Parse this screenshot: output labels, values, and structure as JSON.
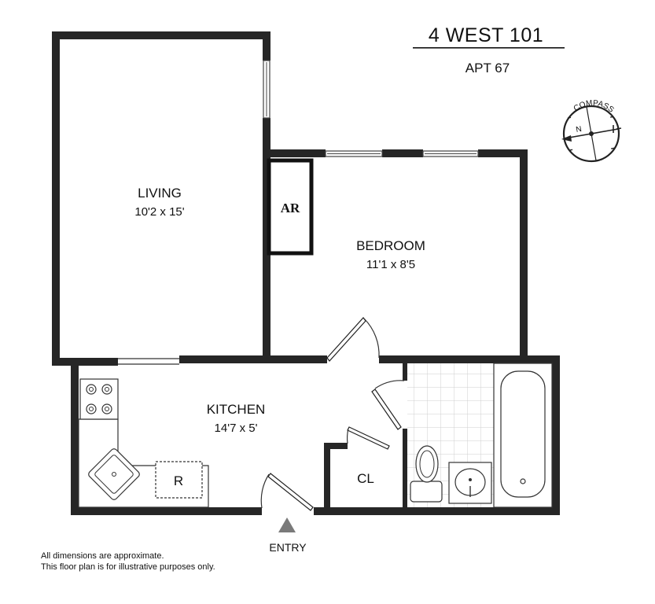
{
  "header": {
    "building": "4 WEST 101",
    "apartment": "APT 67"
  },
  "compass": {
    "label": "COMPASS",
    "north": "N",
    "north_color": "#d32f2f"
  },
  "rooms": {
    "living": {
      "name": "LIVING",
      "dims": "10'2 x 15'"
    },
    "bedroom": {
      "name": "BEDROOM",
      "dims": "11'1 x 8'5"
    },
    "kitchen": {
      "name": "KITCHEN",
      "dims": "14'7 x 5'"
    },
    "closet": {
      "name": "CL"
    },
    "ar": {
      "name": "AR"
    },
    "fridge": {
      "name": "R"
    }
  },
  "entry": {
    "label": "ENTRY",
    "marker_color": "#7a7a7a"
  },
  "notes": {
    "line1": "All dimensions are approximate.",
    "line2": "This floor plan is for illustrative purposes only."
  },
  "colors": {
    "wall": "#262626",
    "tile": "#cfcfcf"
  }
}
